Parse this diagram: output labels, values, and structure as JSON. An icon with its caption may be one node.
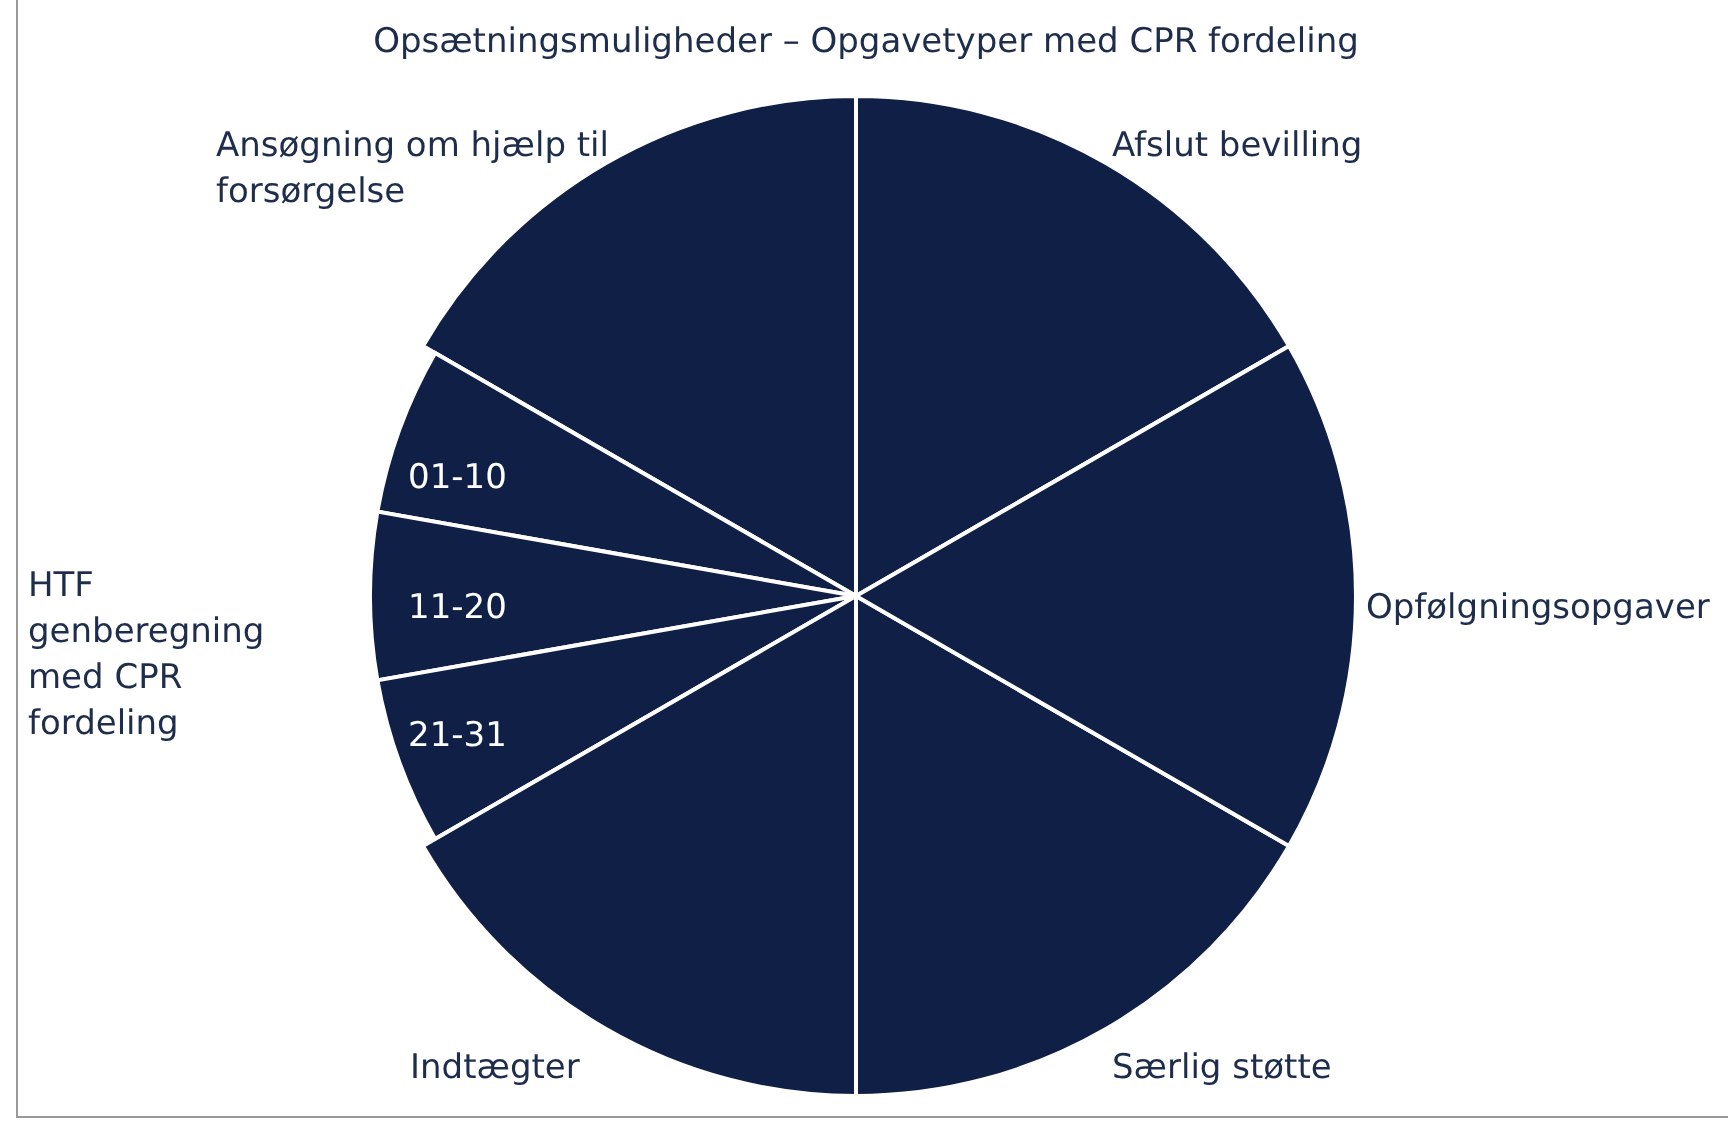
{
  "diagram": {
    "title": "Opsætningsmuligheder – Opgavetyper med CPR fordeling",
    "labels": [
      "Ansøgning om hjælp til forsørgelse",
      "Afslut bevilling",
      "01-10",
      "11-20",
      "HTF genberegning med CPR fordeling",
      "Opfølgningsopgaver",
      "21-31",
      "Indtægter",
      "Særlig støtte"
    ]
  }
}
